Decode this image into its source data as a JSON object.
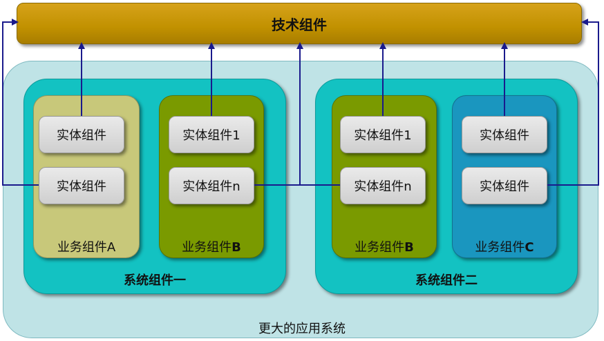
{
  "technical_component": "技术组件",
  "larger_system": "更大的应用系统",
  "systems": [
    {
      "label": "系统组件一",
      "business": [
        {
          "label_prefix": "业务组件",
          "label_suffix": "A",
          "color": "#c8c87a",
          "entities": [
            "实体组件",
            "实体组件"
          ]
        },
        {
          "label_prefix": "业务组件",
          "label_suffix": "B",
          "color": "#7a9a00",
          "entities": [
            "实体组件1",
            "实体组件n"
          ]
        }
      ]
    },
    {
      "label": "系统组件二",
      "business": [
        {
          "label_prefix": "业务组件",
          "label_suffix": "B",
          "color": "#7a9a00",
          "entities": [
            "实体组件1",
            "实体组件n"
          ]
        },
        {
          "label_prefix": "业务组件",
          "label_suffix": "C",
          "color": "#1a96bf",
          "entities": [
            "实体组件",
            "实体组件"
          ]
        }
      ]
    }
  ],
  "colors": {
    "technical": "#c19100",
    "larger_system": "#bfe3e6",
    "system": "#13c2c2",
    "arrow": "#1a1a8c"
  }
}
